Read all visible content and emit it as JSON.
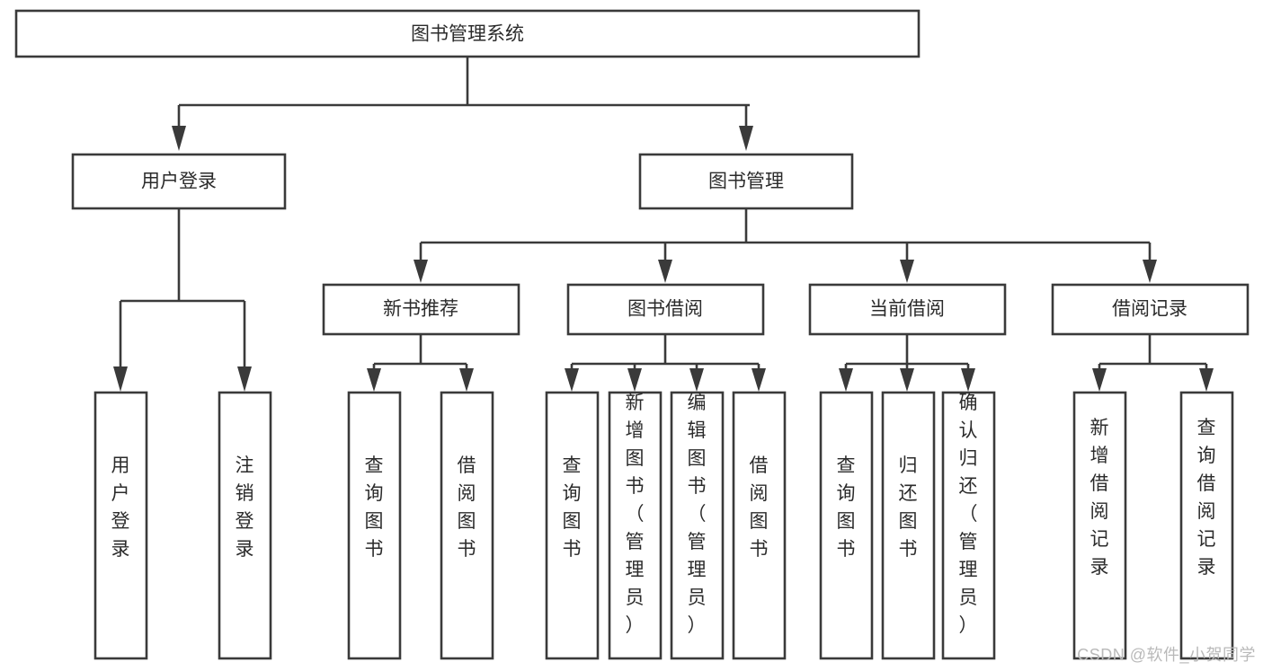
{
  "diagram": {
    "type": "tree-hierarchy-chart",
    "title": "图书管理系统",
    "background_color": "#ffffff",
    "line_color": "#3a3a3a",
    "text_color": "#2b2b2b",
    "watermark": "CSDN @软件_小贺同学",
    "nodes": {
      "root": {
        "label": "图书管理系统"
      },
      "level1": [
        {
          "id": "user-login",
          "label": "用户登录"
        },
        {
          "id": "book-manage",
          "label": "图书管理"
        }
      ],
      "level2": [
        {
          "id": "new-book-recommend",
          "label": "新书推荐",
          "parent": "book-manage"
        },
        {
          "id": "book-borrow",
          "label": "图书借阅",
          "parent": "book-manage"
        },
        {
          "id": "current-borrow",
          "label": "当前借阅",
          "parent": "book-manage"
        },
        {
          "id": "borrow-record",
          "label": "借阅记录",
          "parent": "book-manage"
        }
      ],
      "leaves": {
        "user-login": [
          {
            "id": "leaf-user-login",
            "label": "用户登录"
          },
          {
            "id": "leaf-user-logout",
            "label": "注销登录"
          }
        ],
        "new-book-recommend": [
          {
            "id": "leaf-query-book-1",
            "label": "查询图书"
          },
          {
            "id": "leaf-borrow-book-1",
            "label": "借阅图书"
          }
        ],
        "book-borrow": [
          {
            "id": "leaf-query-book-2",
            "label": "查询图书"
          },
          {
            "id": "leaf-add-book",
            "label": "新增图书（管理员）"
          },
          {
            "id": "leaf-edit-book",
            "label": "编辑图书（管理员）"
          },
          {
            "id": "leaf-borrow-book-2",
            "label": "借阅图书"
          }
        ],
        "current-borrow": [
          {
            "id": "leaf-query-book-3",
            "label": "查询图书"
          },
          {
            "id": "leaf-return-book",
            "label": "归还图书"
          },
          {
            "id": "leaf-confirm-return",
            "label": "确认归还（管理员）"
          }
        ],
        "borrow-record": [
          {
            "id": "leaf-add-record",
            "label": "新增借阅记录"
          },
          {
            "id": "leaf-query-record",
            "label": "查询借阅记录"
          }
        ]
      }
    }
  }
}
